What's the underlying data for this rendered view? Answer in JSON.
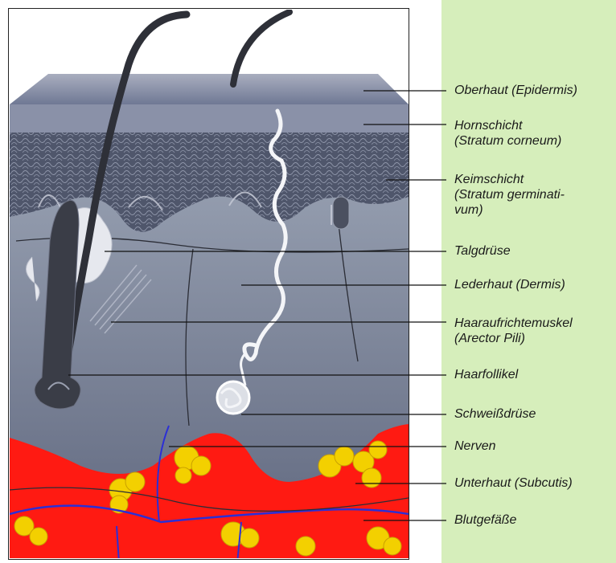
{
  "colors": {
    "panel": "#d6eebb",
    "epidermis_top": "#7d86a0",
    "dermis": "#7a8398",
    "fat_tissue": "#ff1a12",
    "fat_cells": "#f3d000",
    "blood_vessel": "#2b2fd6",
    "hair": "#2e3038"
  },
  "labels": [
    {
      "id": "oberhaut",
      "lines": [
        "Oberhaut (Epidermis)"
      ]
    },
    {
      "id": "hornschicht",
      "lines": [
        "Hornschicht",
        "(Stratum corneum)"
      ]
    },
    {
      "id": "keimschicht",
      "lines": [
        "Keimschicht",
        "(Stratum germinati-",
        "vum)"
      ]
    },
    {
      "id": "talgdruese",
      "lines": [
        "Talgdrüse"
      ]
    },
    {
      "id": "lederhaut",
      "lines": [
        "Lederhaut (Dermis)"
      ]
    },
    {
      "id": "haaraufrichtemuskel",
      "lines": [
        "Haaraufrichtemuskel",
        "(Arector Pili)"
      ]
    },
    {
      "id": "haarfollikel",
      "lines": [
        "Haarfollikel"
      ]
    },
    {
      "id": "schweissdruese",
      "lines": [
        "Schweißdrüse"
      ]
    },
    {
      "id": "nerven",
      "lines": [
        "Nerven"
      ]
    },
    {
      "id": "unterhaut",
      "lines": [
        "Unterhaut (Subcutis)"
      ]
    },
    {
      "id": "blutgefaesse",
      "lines": [
        "Blutgefäße"
      ]
    }
  ]
}
